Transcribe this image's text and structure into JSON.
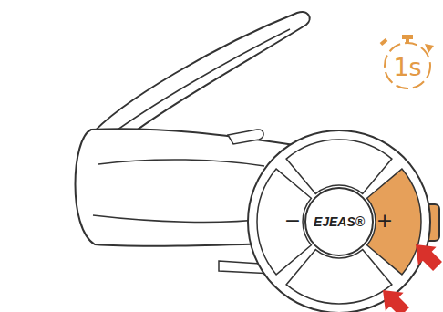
{
  "diagram": {
    "labels": [
      "1s",
      "−",
      "EJEAS®",
      "+"
    ]
  }
}
